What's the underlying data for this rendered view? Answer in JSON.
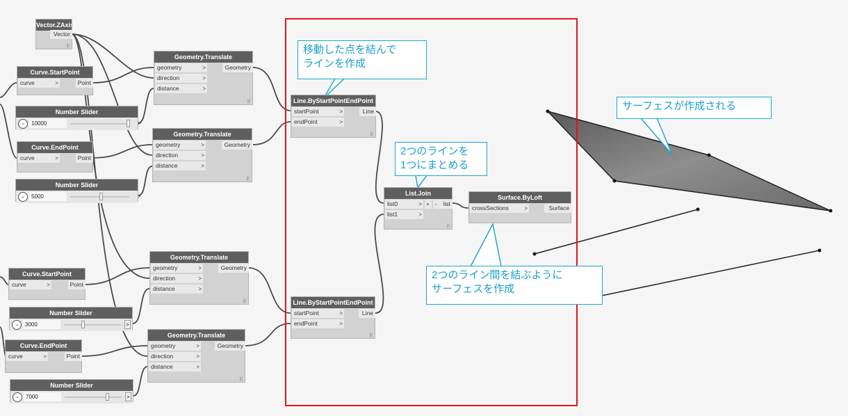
{
  "nodes": {
    "vector_zaxis": {
      "title": "Vector.ZAxis",
      "output": "Vector"
    },
    "startpoint_top": {
      "title": "Curve.StartPoint",
      "input": "curve",
      "output": "Point"
    },
    "slider_1": {
      "title": "Number Slider",
      "value": "10000",
      "level": 0.98
    },
    "endpoint_top": {
      "title": "Curve.EndPoint",
      "input": "curve",
      "output": "Point"
    },
    "slider_2": {
      "title": "Number Slider",
      "value": "5000",
      "level": 0.5
    },
    "translate_1": {
      "title": "Geometry.Translate",
      "inputs": [
        "geometry",
        "direction",
        "distance"
      ],
      "output": "Geometry"
    },
    "translate_2": {
      "title": "Geometry.Translate",
      "inputs": [
        "geometry",
        "direction",
        "distance"
      ],
      "output": "Geometry"
    },
    "startpoint_bottom": {
      "title": "Curve.StartPoint",
      "input": "curve",
      "output": "Point"
    },
    "slider_3": {
      "title": "Number Slider",
      "value": "3000",
      "level": 0.3
    },
    "endpoint_bottom": {
      "title": "Curve.EndPoint",
      "input": "curve",
      "output": "Point"
    },
    "slider_4": {
      "title": "Number Slider",
      "value": "7000",
      "level": 0.7
    },
    "translate_3": {
      "title": "Geometry.Translate",
      "inputs": [
        "geometry",
        "direction",
        "distance"
      ],
      "output": "Geometry"
    },
    "translate_4": {
      "title": "Geometry.Translate",
      "inputs": [
        "geometry",
        "direction",
        "distance"
      ],
      "output": "Geometry"
    },
    "line_1": {
      "title": "Line.ByStartPointEndPoint",
      "inputs": [
        "startPoint",
        "endPoint"
      ],
      "output": "Line"
    },
    "line_2": {
      "title": "Line.ByStartPointEndPoint",
      "inputs": [
        "startPoint",
        "endPoint"
      ],
      "output": "Line"
    },
    "list_join": {
      "title": "List.Join",
      "inputs": [
        "list0",
        "list1"
      ],
      "output": "list"
    },
    "surface_loft": {
      "title": "Surface.ByLoft",
      "input": "crossSections",
      "output": "Surface"
    }
  },
  "callouts": {
    "connect_points": {
      "line1": "移動した点を結んで",
      "line2": "ラインを作成"
    },
    "join_lines": {
      "line1": "2つのラインを",
      "line2": "1つにまとめる"
    },
    "surface_created": {
      "line1": "サーフェスが作成される"
    },
    "loft_lines": {
      "line1": "2つのライン間を結ぶように",
      "line2": "サーフェスを作成"
    }
  },
  "colors": {
    "accent": "#1aa9cf",
    "highlight_box": "#e0161e",
    "node_header": "#5f5f5f",
    "surface": "#7a7a7a"
  }
}
